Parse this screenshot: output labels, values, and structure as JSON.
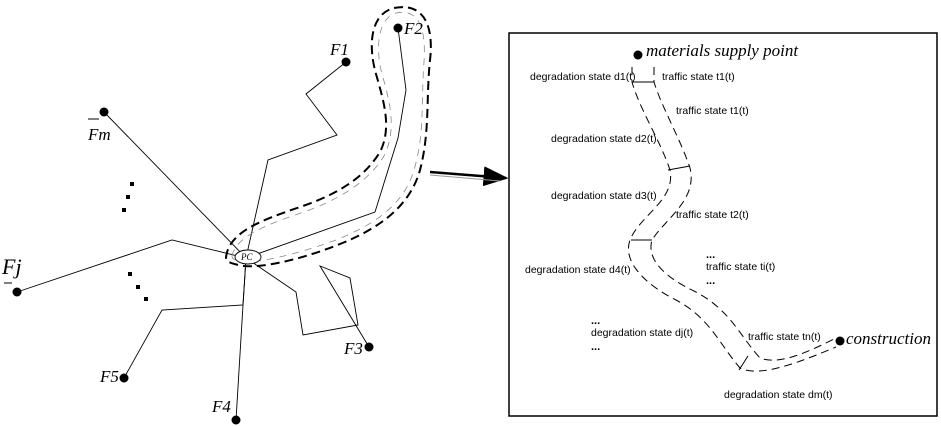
{
  "network": {
    "hub_label": "PC",
    "nodes": [
      {
        "id": "f1",
        "label": "F1"
      },
      {
        "id": "f2",
        "label": "F2"
      },
      {
        "id": "fm",
        "label": "Fm"
      },
      {
        "id": "fj",
        "label": "Fj"
      },
      {
        "id": "f3",
        "label": "F3"
      },
      {
        "id": "f4",
        "label": "F4"
      },
      {
        "id": "f5",
        "label": "F5"
      }
    ]
  },
  "detail": {
    "start_label": "materials supply point",
    "end_label": "construction",
    "segments": {
      "d1": "degradation state d1(t)",
      "t1a": "traffic state t1(t)",
      "t1b": "traffic state t1(t)",
      "d2": "degradation state d2(t)",
      "d3": "degradation state d3(t)",
      "t2": "traffic state t2(t)",
      "ti": "traffic state ti(t)",
      "d4": "degradation state d4(t)",
      "dj": "degradation state dj(t)",
      "tn": "traffic state tn(t)",
      "dm": "degradation state dm(t)"
    },
    "ellipsis": "..."
  }
}
